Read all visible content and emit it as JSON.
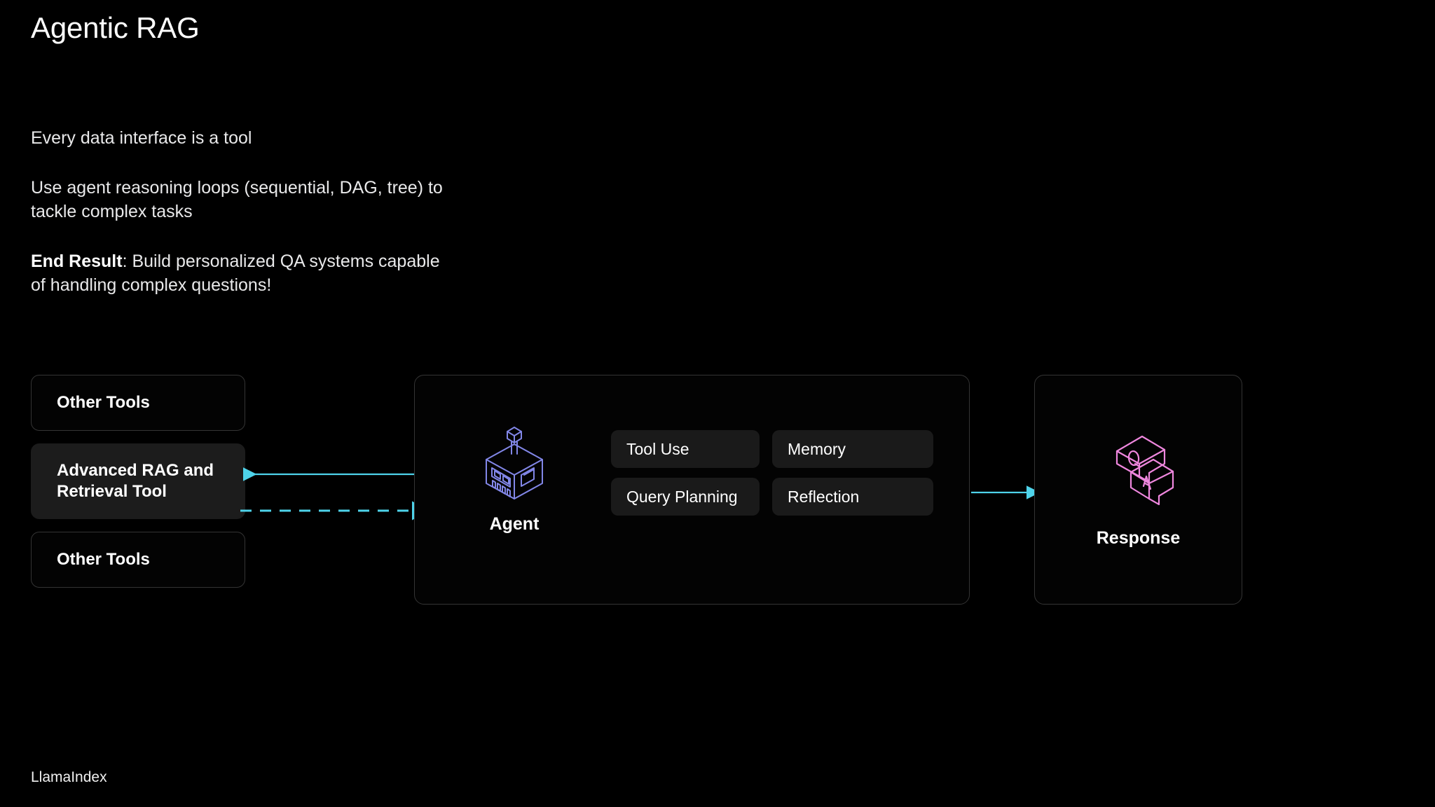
{
  "slide": {
    "title": "Agentic RAG",
    "footer": "LlamaIndex",
    "background_color": "#000000"
  },
  "body": {
    "paragraph_1": "Every data interface is a tool",
    "paragraph_2": "Use agent reasoning loops (sequential, DAG, tree) to tackle complex tasks",
    "paragraph_3_bold": "End Result",
    "paragraph_3_rest": ": Build personalized QA systems capable of handling complex questions!"
  },
  "diagram": {
    "tools": [
      {
        "label": "Other Tools",
        "highlighted": false
      },
      {
        "label": "Advanced RAG and Retrieval Tool",
        "highlighted": true
      },
      {
        "label": "Other Tools",
        "highlighted": false
      }
    ],
    "agent": {
      "icon": "agent-cube-icon",
      "icon_color": "#8287e8",
      "label": "Agent",
      "capabilities": [
        "Tool Use",
        "Memory",
        "Query Planning",
        "Reflection"
      ]
    },
    "response": {
      "icon": "qa-chat-bubbles-icon",
      "icon_color": "#ef87de",
      "label": "Response"
    },
    "connectors": {
      "accent_color": "#4ed3ea",
      "tool_to_agent_return": {
        "style": "solid",
        "direction": "left"
      },
      "agent_to_tool_call": {
        "style": "dashed",
        "direction": "right"
      },
      "agent_to_response": {
        "style": "solid",
        "direction": "right"
      }
    }
  }
}
